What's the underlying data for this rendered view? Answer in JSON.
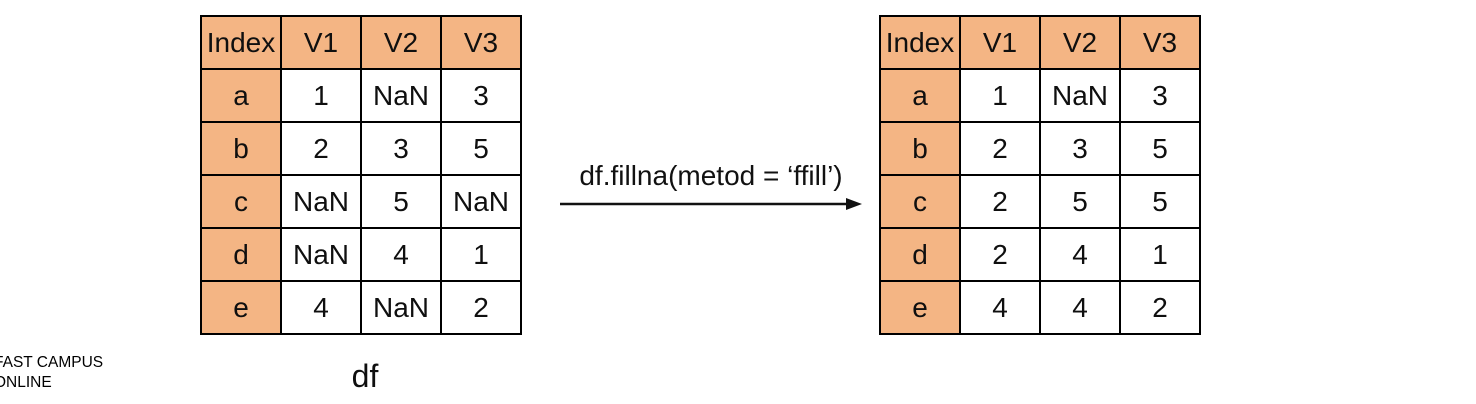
{
  "colors": {
    "header_bg": "#F4B584",
    "nan_red": "#ED2E5C",
    "source_blue": "#2E5FA8",
    "border": "#000000",
    "background": "#ffffff"
  },
  "left_table": {
    "caption": "df",
    "headers": [
      "Index",
      "V1",
      "V2",
      "V3"
    ],
    "rows": [
      {
        "index": "a",
        "cells": [
          {
            "text": "1",
            "style": "default"
          },
          {
            "text": "NaN",
            "style": "red"
          },
          {
            "text": "3",
            "style": "default"
          }
        ]
      },
      {
        "index": "b",
        "cells": [
          {
            "text": "2",
            "style": "default"
          },
          {
            "text": "3",
            "style": "default"
          },
          {
            "text": "5",
            "style": "default"
          }
        ]
      },
      {
        "index": "c",
        "cells": [
          {
            "text": "NaN",
            "style": "red"
          },
          {
            "text": "5",
            "style": "default"
          },
          {
            "text": "NaN",
            "style": "red"
          }
        ]
      },
      {
        "index": "d",
        "cells": [
          {
            "text": "NaN",
            "style": "red"
          },
          {
            "text": "4",
            "style": "default"
          },
          {
            "text": "1",
            "style": "default"
          }
        ]
      },
      {
        "index": "e",
        "cells": [
          {
            "text": "4",
            "style": "default"
          },
          {
            "text": "NaN",
            "style": "red"
          },
          {
            "text": "2",
            "style": "default"
          }
        ]
      }
    ]
  },
  "right_table": {
    "headers": [
      "Index",
      "V1",
      "V2",
      "V3"
    ],
    "rows": [
      {
        "index": "a",
        "cells": [
          {
            "text": "1",
            "style": "default"
          },
          {
            "text": "NaN",
            "style": "red"
          },
          {
            "text": "3",
            "style": "default"
          }
        ]
      },
      {
        "index": "b",
        "cells": [
          {
            "text": "2",
            "style": "blue"
          },
          {
            "text": "3",
            "style": "default"
          },
          {
            "text": "5",
            "style": "blue"
          }
        ]
      },
      {
        "index": "c",
        "cells": [
          {
            "text": "2",
            "style": "red"
          },
          {
            "text": "5",
            "style": "default"
          },
          {
            "text": "5",
            "style": "red"
          }
        ]
      },
      {
        "index": "d",
        "cells": [
          {
            "text": "2",
            "style": "red"
          },
          {
            "text": "4",
            "style": "blue"
          },
          {
            "text": "1",
            "style": "default"
          }
        ]
      },
      {
        "index": "e",
        "cells": [
          {
            "text": "4",
            "style": "default"
          },
          {
            "text": "4",
            "style": "red"
          },
          {
            "text": "2",
            "style": "default"
          }
        ]
      }
    ]
  },
  "transform": {
    "label": "df.fillna(metod = ‘ffill’)"
  },
  "watermark": {
    "line1": "FAST CAMPUS",
    "line2": "ONLINE"
  }
}
